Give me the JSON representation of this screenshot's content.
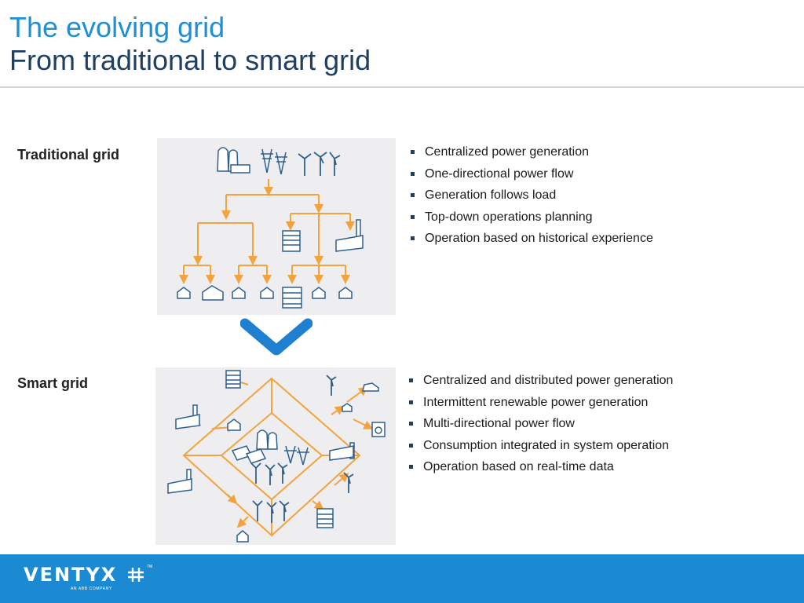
{
  "title": {
    "line1": "The evolving grid",
    "line2": "From traditional to smart grid"
  },
  "traditional": {
    "label": "Traditional grid",
    "bullets": [
      "Centralized power generation",
      "One-directional power flow",
      "Generation follows load",
      "Top-down operations planning",
      "Operation based on historical experience"
    ]
  },
  "smart": {
    "label": "Smart grid",
    "bullets": [
      "Centralized and distributed power generation",
      "Intermittent renewable power generation",
      "Multi-directional power flow",
      "Consumption integrated in system operation",
      "Operation based on real-time data"
    ]
  },
  "footer": {
    "logo_text": "VENTYX",
    "logo_tm": "TM",
    "logo_sub": "AN ABB COMPANY"
  },
  "colors": {
    "title_accent": "#1f8fd6",
    "title_dark": "#1f3f63",
    "flow_orange": "#f2a340",
    "icon_blue": "#2f5f8f",
    "chevron_blue": "#1f7fd0",
    "footer_blue": "#1b8ad2"
  }
}
